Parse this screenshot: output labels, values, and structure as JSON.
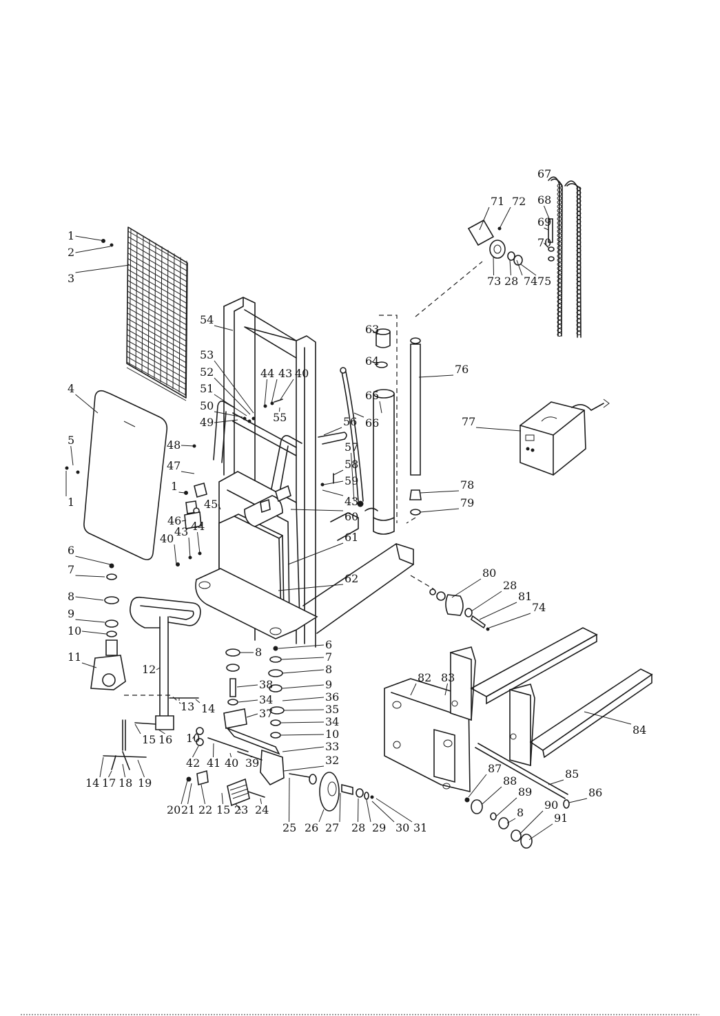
{
  "diagram": {
    "callouts": [
      {
        "id": "c1a",
        "label": "1"
      },
      {
        "id": "c2",
        "label": "2"
      },
      {
        "id": "c3",
        "label": "3"
      },
      {
        "id": "c4",
        "label": "4"
      },
      {
        "id": "c5",
        "label": "5"
      },
      {
        "id": "c1b",
        "label": "1"
      },
      {
        "id": "c6a",
        "label": "6"
      },
      {
        "id": "c7a",
        "label": "7"
      },
      {
        "id": "c8a",
        "label": "8"
      },
      {
        "id": "c9a",
        "label": "9"
      },
      {
        "id": "c10a",
        "label": "10"
      },
      {
        "id": "c11",
        "label": "11"
      },
      {
        "id": "c12",
        "label": "12"
      },
      {
        "id": "c13",
        "label": "13"
      },
      {
        "id": "c14a",
        "label": "14"
      },
      {
        "id": "c15a",
        "label": "15"
      },
      {
        "id": "c16",
        "label": "16"
      },
      {
        "id": "c14b",
        "label": "14"
      },
      {
        "id": "c17",
        "label": "17"
      },
      {
        "id": "c18",
        "label": "18"
      },
      {
        "id": "c19",
        "label": "19"
      },
      {
        "id": "c20",
        "label": "20"
      },
      {
        "id": "c21",
        "label": "21"
      },
      {
        "id": "c22",
        "label": "22"
      },
      {
        "id": "c15b",
        "label": "15"
      },
      {
        "id": "c23",
        "label": "23"
      },
      {
        "id": "c24",
        "label": "24"
      },
      {
        "id": "c25",
        "label": "25"
      },
      {
        "id": "c26",
        "label": "26"
      },
      {
        "id": "c27",
        "label": "27"
      },
      {
        "id": "c28a",
        "label": "28"
      },
      {
        "id": "c29",
        "label": "29"
      },
      {
        "id": "c30",
        "label": "30"
      },
      {
        "id": "c31",
        "label": "31"
      },
      {
        "id": "c32",
        "label": "32"
      },
      {
        "id": "c33",
        "label": "33"
      },
      {
        "id": "c10b",
        "label": "10"
      },
      {
        "id": "c34a",
        "label": "34"
      },
      {
        "id": "c35",
        "label": "35"
      },
      {
        "id": "c36",
        "label": "36"
      },
      {
        "id": "c9b",
        "label": "9"
      },
      {
        "id": "c8b",
        "label": "8"
      },
      {
        "id": "c7b",
        "label": "7"
      },
      {
        "id": "c6b",
        "label": "6"
      },
      {
        "id": "c8c",
        "label": "8"
      },
      {
        "id": "c38",
        "label": "38"
      },
      {
        "id": "c34b",
        "label": "34"
      },
      {
        "id": "c37",
        "label": "37"
      },
      {
        "id": "c10c",
        "label": "10"
      },
      {
        "id": "c42",
        "label": "42"
      },
      {
        "id": "c41",
        "label": "41"
      },
      {
        "id": "c40a",
        "label": "40"
      },
      {
        "id": "c39",
        "label": "39"
      },
      {
        "id": "c40b",
        "label": "40"
      },
      {
        "id": "c43a",
        "label": "43"
      },
      {
        "id": "c44a",
        "label": "44"
      },
      {
        "id": "c46",
        "label": "46"
      },
      {
        "id": "c45",
        "label": "45"
      },
      {
        "id": "c1c",
        "label": "1"
      },
      {
        "id": "c47",
        "label": "47"
      },
      {
        "id": "c48",
        "label": "48"
      },
      {
        "id": "c49",
        "label": "49"
      },
      {
        "id": "c50",
        "label": "50"
      },
      {
        "id": "c51",
        "label": "51"
      },
      {
        "id": "c52",
        "label": "52"
      },
      {
        "id": "c53",
        "label": "53"
      },
      {
        "id": "c54",
        "label": "54"
      },
      {
        "id": "c44b",
        "label": "44"
      },
      {
        "id": "c43b",
        "label": "43"
      },
      {
        "id": "c40c",
        "label": "40"
      },
      {
        "id": "c55",
        "label": "55"
      },
      {
        "id": "c56",
        "label": "56"
      },
      {
        "id": "c57",
        "label": "57"
      },
      {
        "id": "c58",
        "label": "58"
      },
      {
        "id": "c59",
        "label": "59"
      },
      {
        "id": "c43c",
        "label": "43"
      },
      {
        "id": "c60",
        "label": "60"
      },
      {
        "id": "c61",
        "label": "61"
      },
      {
        "id": "c62",
        "label": "62"
      },
      {
        "id": "c63",
        "label": "63"
      },
      {
        "id": "c64",
        "label": "64"
      },
      {
        "id": "c65",
        "label": "65"
      },
      {
        "id": "c66",
        "label": "66"
      },
      {
        "id": "c67",
        "label": "67"
      },
      {
        "id": "c68",
        "label": "68"
      },
      {
        "id": "c69",
        "label": "69"
      },
      {
        "id": "c70",
        "label": "70"
      },
      {
        "id": "c71",
        "label": "71"
      },
      {
        "id": "c72",
        "label": "72"
      },
      {
        "id": "c73",
        "label": "73"
      },
      {
        "id": "c28b",
        "label": "28"
      },
      {
        "id": "c74a",
        "label": "74"
      },
      {
        "id": "c75",
        "label": "75"
      },
      {
        "id": "c76",
        "label": "76"
      },
      {
        "id": "c77",
        "label": "77"
      },
      {
        "id": "c78",
        "label": "78"
      },
      {
        "id": "c79",
        "label": "79"
      },
      {
        "id": "c80",
        "label": "80"
      },
      {
        "id": "c28c",
        "label": "28"
      },
      {
        "id": "c81",
        "label": "81"
      },
      {
        "id": "c74b",
        "label": "74"
      },
      {
        "id": "c82",
        "label": "82"
      },
      {
        "id": "c83",
        "label": "83"
      },
      {
        "id": "c84",
        "label": "84"
      },
      {
        "id": "c85",
        "label": "85"
      },
      {
        "id": "c86",
        "label": "86"
      },
      {
        "id": "c87",
        "label": "87"
      },
      {
        "id": "c88",
        "label": "88"
      },
      {
        "id": "c89",
        "label": "89"
      },
      {
        "id": "c8d",
        "label": "8"
      },
      {
        "id": "c90",
        "label": "90"
      },
      {
        "id": "c91",
        "label": "91"
      }
    ]
  }
}
